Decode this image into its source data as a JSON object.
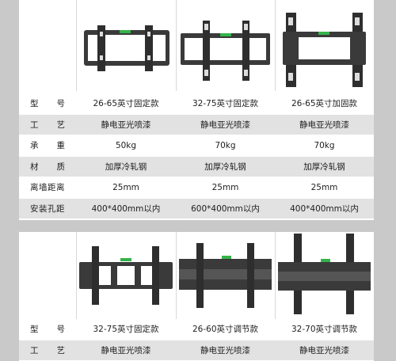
{
  "table1": {
    "headers": [
      {
        "c": [
          "型",
          "号"
        ]
      },
      {
        "c": [
          "工",
          "艺"
        ]
      },
      {
        "c": [
          "承",
          "重"
        ]
      },
      {
        "c": [
          "材",
          "质"
        ]
      },
      {
        "c": [
          "离墙距离"
        ]
      },
      {
        "c": [
          "安装孔距"
        ]
      }
    ],
    "rows": [
      [
        "26-65英寸固定款",
        "32-75英寸固定款",
        "26-65英寸加固款"
      ],
      [
        "静电亚光喷漆",
        "静电亚光喷漆",
        "静电亚光喷漆"
      ],
      [
        "50kg",
        "70kg",
        "70kg"
      ],
      [
        "加厚冷轧钢",
        "加厚冷轧钢",
        "加厚冷轧钢"
      ],
      [
        "25mm",
        "25mm",
        "25mm"
      ],
      [
        "400*400mm以内",
        "600*400mm以内",
        "400*400mm以内"
      ]
    ]
  },
  "table2": {
    "headers": [
      {
        "c": [
          "型",
          "号"
        ]
      },
      {
        "c": [
          "工",
          "艺"
        ]
      }
    ],
    "rows": [
      [
        "32-75英寸固定款",
        "26-60英寸调节款",
        "32-70英寸调节款"
      ],
      [
        "静电亚光喷漆",
        "静电亚光喷漆",
        "静电亚光喷漆"
      ]
    ]
  },
  "colors": {
    "background": "#c9c9c9",
    "panel": "#ffffff",
    "shaded_row": "#e2e2e2",
    "bracket": "#3a3a3a",
    "accent_tab": "#35b34a"
  },
  "icons": [
    "tv-wall-mount-fixed-icon",
    "tv-wall-mount-wide-icon",
    "tv-wall-mount-reinforced-icon",
    "tv-wall-mount-adjustable-icon"
  ]
}
